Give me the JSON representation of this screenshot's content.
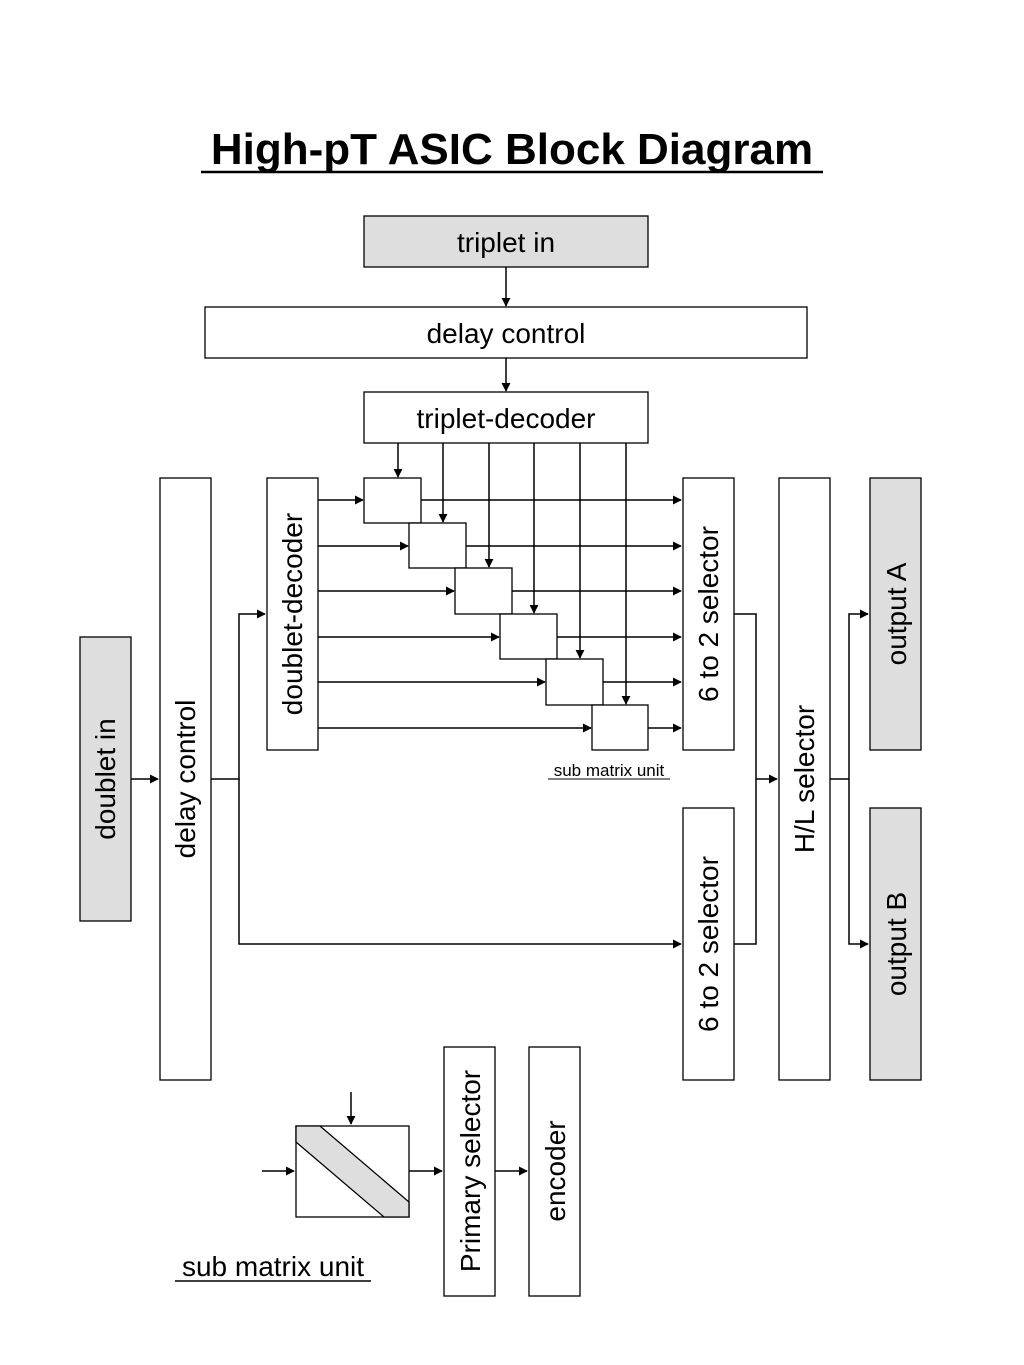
{
  "title": "High-pT ASIC Block Diagram",
  "blocks": {
    "triplet_in": "triplet in",
    "delay_control_top": "delay control",
    "triplet_decoder": "triplet-decoder",
    "doublet_in": "doublet in",
    "delay_control_left": "delay control",
    "doublet_decoder": "doublet-decoder",
    "selector_upper": "6 to 2 selector",
    "selector_lower": "6 to 2 selector",
    "hl_selector": "H/L selector",
    "output_a": "output A",
    "output_b": "output B",
    "primary_selector": "Primary selector",
    "encoder": "encoder"
  },
  "labels": {
    "sub_matrix_small": "sub matrix unit",
    "sub_matrix_legend": "sub matrix unit"
  },
  "colors": {
    "input_output_fill": "#dedede",
    "block_fill": "#ffffff",
    "stroke": "#000000"
  }
}
